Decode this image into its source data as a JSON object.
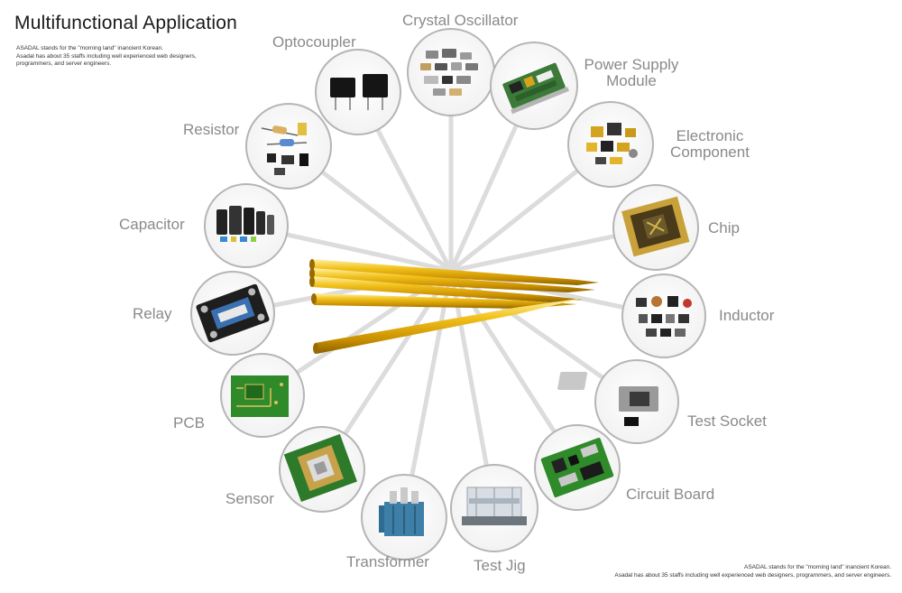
{
  "title": "Multifunctional Application",
  "intro_lines": [
    "ASADAL stands for the \"morning land\" inancient Korean.",
    "Asadal has about 35 staffs including well experienced web designers,",
    "programmers, and server engineers."
  ],
  "footer_lines": [
    "ASADAL stands for the \"morning land\" inancient Korean.",
    "Asadal has about 35 staffs including well experienced web designers, programmers, and server engineers."
  ],
  "applications": {
    "crystal_oscillator": "Crystal Oscillator",
    "power_supply_module_1": "Power Supply",
    "power_supply_module_2": "Module",
    "electronic_component_1": "Electronic",
    "electronic_component_2": "Component",
    "chip": "Chip",
    "inductor": "Inductor",
    "test_socket": "Test Socket",
    "circuit_board": "Circuit Board",
    "test_jig": "Test Jig",
    "transformer": "Transformer",
    "sensor": "Sensor",
    "pcb": "PCB",
    "relay": "Relay",
    "capacitor": "Capacitor",
    "resistor": "Resistor",
    "optocoupler": "Optocoupler"
  },
  "colors": {
    "title": "#1a1a1a",
    "label": "#8a8a8a",
    "spoke": "#dcdcdc",
    "circle_border": "#b5b5b5",
    "pin_gold": "#e8b20c",
    "pin_dark": "#b07f00",
    "pcb_green": "#2f8a2a",
    "relay_black": "#1e1e1e"
  }
}
